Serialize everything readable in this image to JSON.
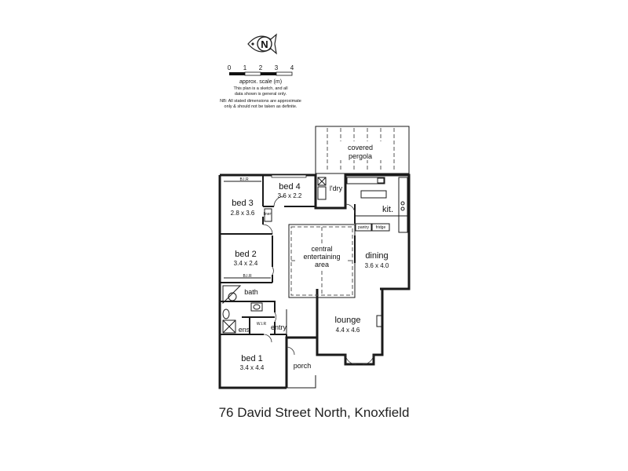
{
  "compass": {
    "label": "N",
    "icon": "north-compass-icon"
  },
  "scale": {
    "ticks": [
      "0",
      "1",
      "2",
      "3",
      "4"
    ],
    "caption": "approx. scale (m)",
    "disclaimer": [
      "This plan is a sketch, and all",
      "data shown is general only."
    ],
    "note": [
      "NB: All stated dimensions are approximate",
      "only & should not be taken as definite."
    ]
  },
  "rooms": {
    "pergola": {
      "line1": "covered",
      "line2": "pergola"
    },
    "bed4": {
      "name": "bed 4",
      "dims": "3.6 x 2.2"
    },
    "bed3": {
      "name": "bed 3",
      "dims": "2.8 x 3.6"
    },
    "bed2": {
      "name": "bed 2",
      "dims": "3.4 x 2.4"
    },
    "bed1": {
      "name": "bed 1",
      "dims": "3.4 x 4.4"
    },
    "laundry": {
      "name": "l'dry"
    },
    "kitchen": {
      "name": "kit."
    },
    "central": {
      "line1": "central",
      "line2": "entertaining",
      "line3": "area"
    },
    "dining": {
      "name": "dining",
      "dims": "3.6 x 4.0"
    },
    "lounge": {
      "name": "lounge",
      "dims": "4.4 x 4.6"
    },
    "bath": {
      "name": "bath"
    },
    "ens": {
      "name": "ens"
    },
    "entry": {
      "name": "entry"
    },
    "porch": {
      "name": "porch"
    },
    "bir_top": "B.I.R",
    "bir_bed2": "B.I.R",
    "wir": "W.I.R",
    "linen": "linen",
    "pantry": "pantry",
    "fridge": "fridge"
  },
  "address": "76 David Street North, Knoxfield"
}
